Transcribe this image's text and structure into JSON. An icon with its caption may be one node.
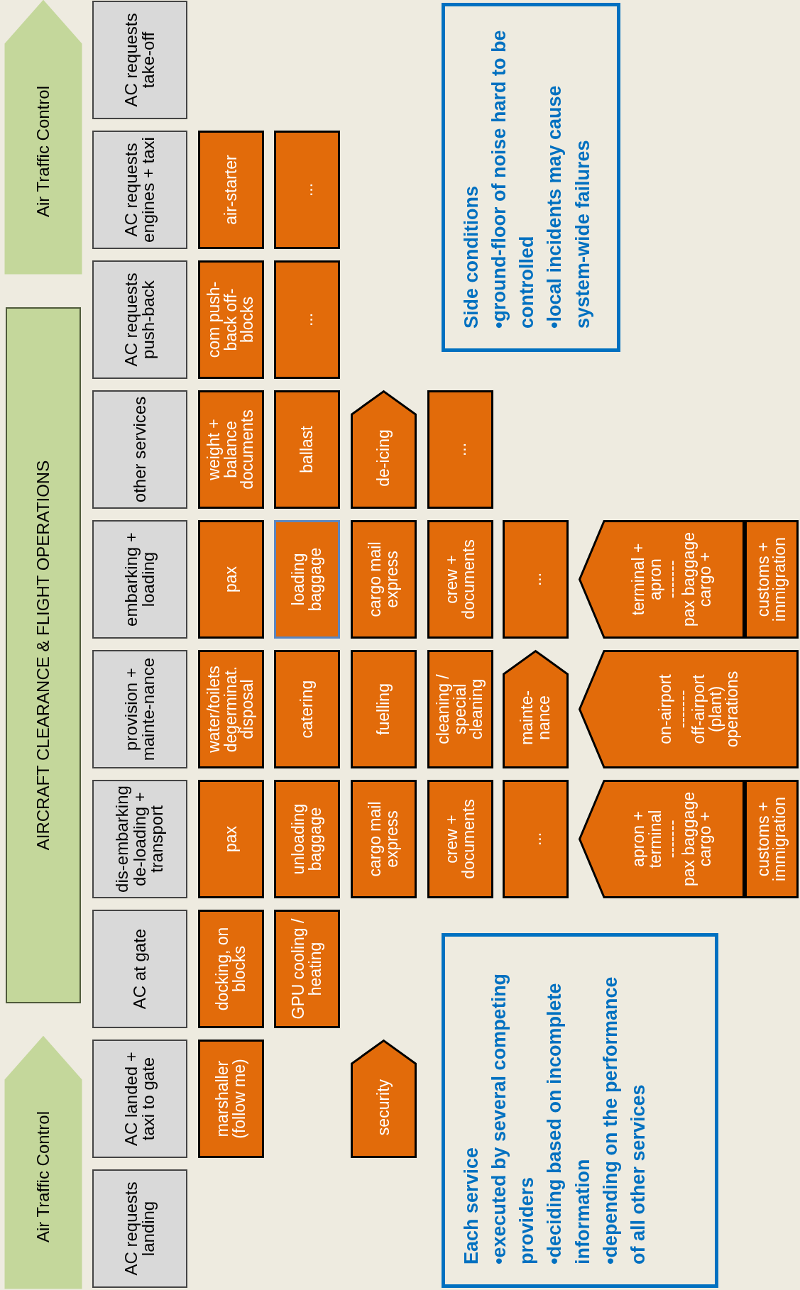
{
  "diagram": {
    "nodes": [
      {
        "text": [
          "Air Traffic Control"
        ]
      },
      {
        "text": [
          "AIRCRAFT CLEARANCE  &  FLIGHT OPERATIONS"
        ]
      },
      {
        "text": [
          "Air Traffic Control"
        ]
      },
      {
        "text": [
          "AC requests landing"
        ]
      },
      {
        "text": [
          "AC landed + taxi to gate"
        ]
      },
      {
        "text": [
          "AC at gate"
        ]
      },
      {
        "text": [
          "dis-embarking de-loading + transport"
        ]
      },
      {
        "text": [
          "provision + mainte-nance"
        ]
      },
      {
        "text": [
          "embarking + loading"
        ]
      },
      {
        "text": [
          "other services"
        ]
      },
      {
        "text": [
          "AC requests push-back"
        ]
      },
      {
        "text": [
          "AC requests engines + taxi"
        ]
      },
      {
        "text": [
          "AC requests take-off"
        ]
      },
      {
        "text": [
          "marshaller (follow me)"
        ]
      },
      {
        "text": [
          "security"
        ]
      },
      {
        "text": [
          "docking, on blocks"
        ]
      },
      {
        "text": [
          "GPU cooling / heating"
        ]
      },
      {
        "text": [
          "pax"
        ]
      },
      {
        "text": [
          "unloading baggage"
        ]
      },
      {
        "text": [
          "cargo mail express"
        ]
      },
      {
        "text": [
          "crew + documents"
        ]
      },
      {
        "text": [
          "..."
        ]
      },
      {
        "text": [
          "apron + terminal",
          "-------",
          "pax baggage cargo +"
        ]
      },
      {
        "text": [
          "customs + immigration"
        ]
      },
      {
        "text": [
          "water/toilets degerminat. disposal"
        ]
      },
      {
        "text": [
          "catering"
        ]
      },
      {
        "text": [
          "fuelling"
        ]
      },
      {
        "text": [
          "cleaning / special cleaning"
        ]
      },
      {
        "text": [
          "mainte-nance"
        ]
      },
      {
        "text": [
          "on-airport",
          "-------",
          "off-airport (plant) operations"
        ]
      },
      {
        "text": [
          "pax"
        ]
      },
      {
        "text": [
          "loading baggage"
        ]
      },
      {
        "text": [
          "cargo mail express"
        ]
      },
      {
        "text": [
          "crew + documents"
        ]
      },
      {
        "text": [
          "..."
        ]
      },
      {
        "text": [
          "terminal + apron",
          "-------",
          "pax baggage cargo +"
        ]
      },
      {
        "text": [
          "customs + immigration"
        ]
      },
      {
        "text": [
          "weight + balance documents"
        ]
      },
      {
        "text": [
          "ballast"
        ]
      },
      {
        "text": [
          "de-icing"
        ]
      },
      {
        "text": [
          "..."
        ]
      },
      {
        "text": [
          "com push-back off-blocks"
        ]
      },
      {
        "text": [
          "..."
        ]
      },
      {
        "text": [
          "air-starter"
        ]
      },
      {
        "text": [
          "..."
        ]
      },
      {
        "text": [
          "Each service",
          "•executed by several competing providers",
          "•deciding based on incomplete information",
          "•depending on the performance of all other services"
        ]
      },
      {
        "text": [
          "Side conditions",
          "•ground-floor of noise hard to be controlled",
          "•local incidents may cause system-wide failures"
        ]
      }
    ]
  }
}
